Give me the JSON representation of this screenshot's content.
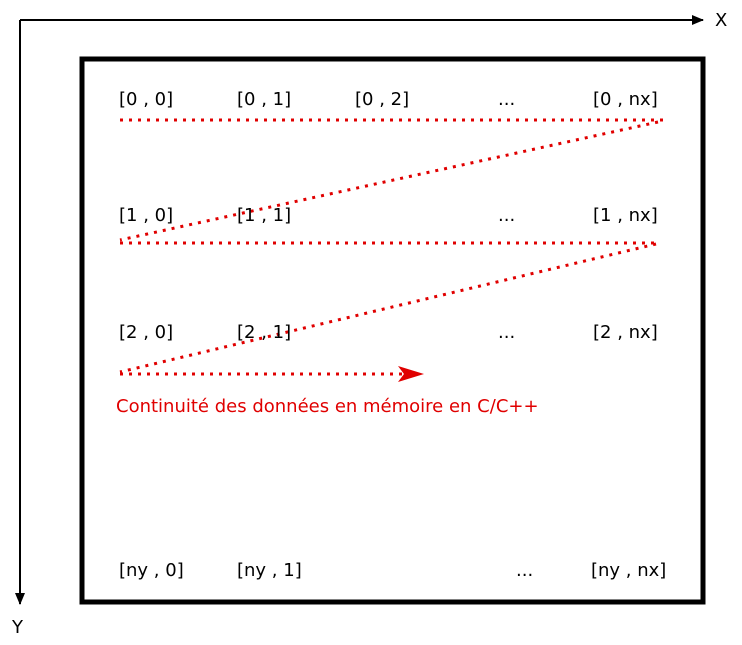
{
  "axes": {
    "x_label": "X",
    "y_label": "Y"
  },
  "grid": {
    "row0": [
      "[0 , 0]",
      "[0 , 1]",
      "[0 , 2]",
      "...",
      "[0 , nx]"
    ],
    "row1": [
      "[1 , 0]",
      "[1 , 1]",
      "...",
      "[1 , nx]"
    ],
    "row2": [
      "[2 , 0]",
      "[2 , 1]",
      "...",
      "[2 , nx]"
    ],
    "row_last": [
      "[ny , 0]",
      "[ny , 1]",
      "...",
      "[ny , nx]"
    ]
  },
  "caption": "Continuité des données en mémoire en C/C++",
  "colors": {
    "path": "#e00000",
    "frame": "#000000"
  }
}
